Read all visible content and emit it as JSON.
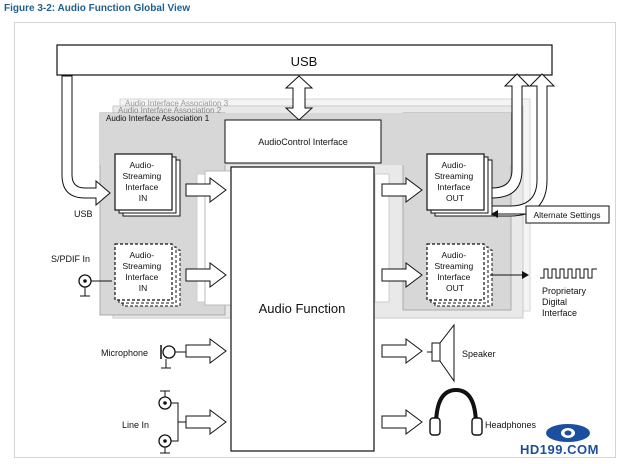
{
  "caption": "Figure 3-2: Audio Function Global View",
  "diagram": {
    "usb_bar": "USB",
    "aia3": "Audio Interface Association 3",
    "aia2": "Audio Interface Association 2",
    "aia1": "Audio Interface Association 1",
    "control_interface": "AudioControl Interface",
    "audio_function": "Audio Function",
    "as_in_1": [
      "Audio-",
      "Streaming",
      "Interface",
      "IN"
    ],
    "as_in_2": [
      "Audio-",
      "Streaming",
      "Interface",
      "IN"
    ],
    "as_out_1": [
      "Audio-",
      "Streaming",
      "Interface",
      "OUT"
    ],
    "as_out_2": [
      "Audio-",
      "Streaming",
      "Interface",
      "OUT"
    ],
    "usb_side_label": "USB",
    "spdif_label": "S/PDIF In",
    "alternate_settings": "Alternate Settings",
    "proprietary_label": [
      "Proprietary",
      "Digital",
      "Interface"
    ],
    "microphone_label": "Microphone",
    "line_in_label": "Line In",
    "speaker_label": "Speaker",
    "headphones_label": "Headphones"
  },
  "watermark": "HD199.COM"
}
